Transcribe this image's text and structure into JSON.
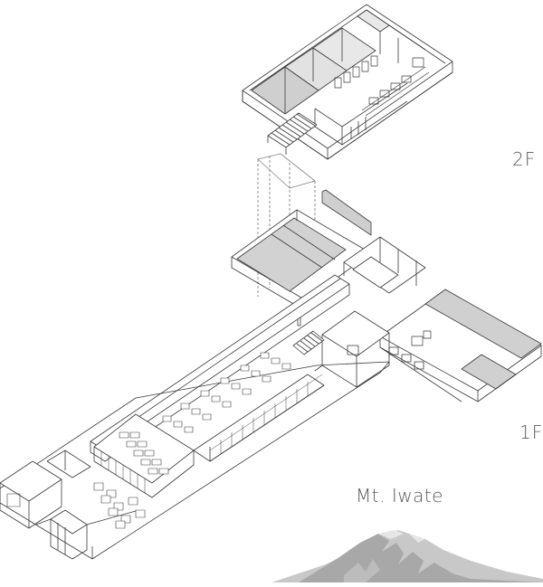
{
  "labels": {
    "floor_2": "2F",
    "floor_1": "1F",
    "mountain": "Mt. Iwate"
  },
  "colors": {
    "line": "#3a3a3a",
    "shade": "#cfcfcf",
    "light": "#e8e8e8",
    "text": "#5a5a5a",
    "mountain": "#b4b4b4"
  }
}
